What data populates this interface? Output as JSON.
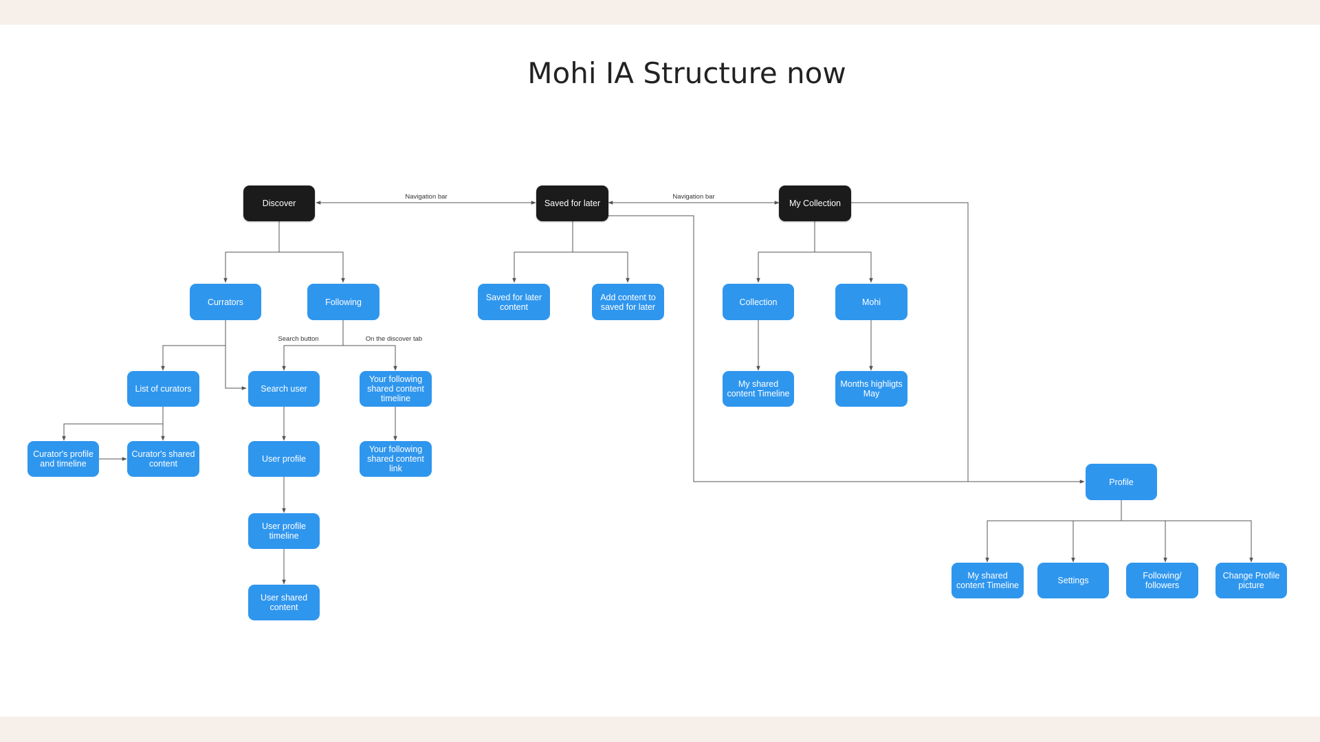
{
  "title": "Mohi IA Structure now",
  "colors": {
    "page_bg": "#f7efe9",
    "canvas_bg": "#ffffff",
    "primary_node": "#1b1b1b",
    "child_node": "#2f96ee",
    "connector": "#555555"
  },
  "nodes": {
    "discover": "Discover",
    "saved_for_later": "Saved for later",
    "my_collection": "My Collection",
    "currators": "Currators",
    "following": "Following",
    "saved_for_later_content": "Saved for later content",
    "add_content_to_saved": "Add content to saved for later",
    "collection": "Collection",
    "mohi": "Mohi",
    "list_of_curators": "List of curators",
    "search_user": "Search user",
    "your_following_timeline": "Your following shared content timeline",
    "my_shared_timeline_collection": "My shared content Timeline",
    "months_highlights": "Months highligts May",
    "curator_profile_timeline": "Curator's profile and timeline",
    "curator_shared_content": "Curator's shared content",
    "user_profile": "User profile",
    "your_following_link": "Your following shared content link",
    "user_profile_timeline": "User profile timeline",
    "user_shared_content": "User shared content",
    "profile": "Profile",
    "my_shared_timeline_profile": "My shared content Timeline",
    "settings": "Settings",
    "following_followers": "Following/ followers",
    "change_profile_picture": "Change Profile picture"
  },
  "edge_labels": {
    "nav_bar_left": "Navigation bar",
    "nav_bar_right": "Navigation bar",
    "search_button": "Search button",
    "on_discover_tab": "On the discover tab"
  }
}
